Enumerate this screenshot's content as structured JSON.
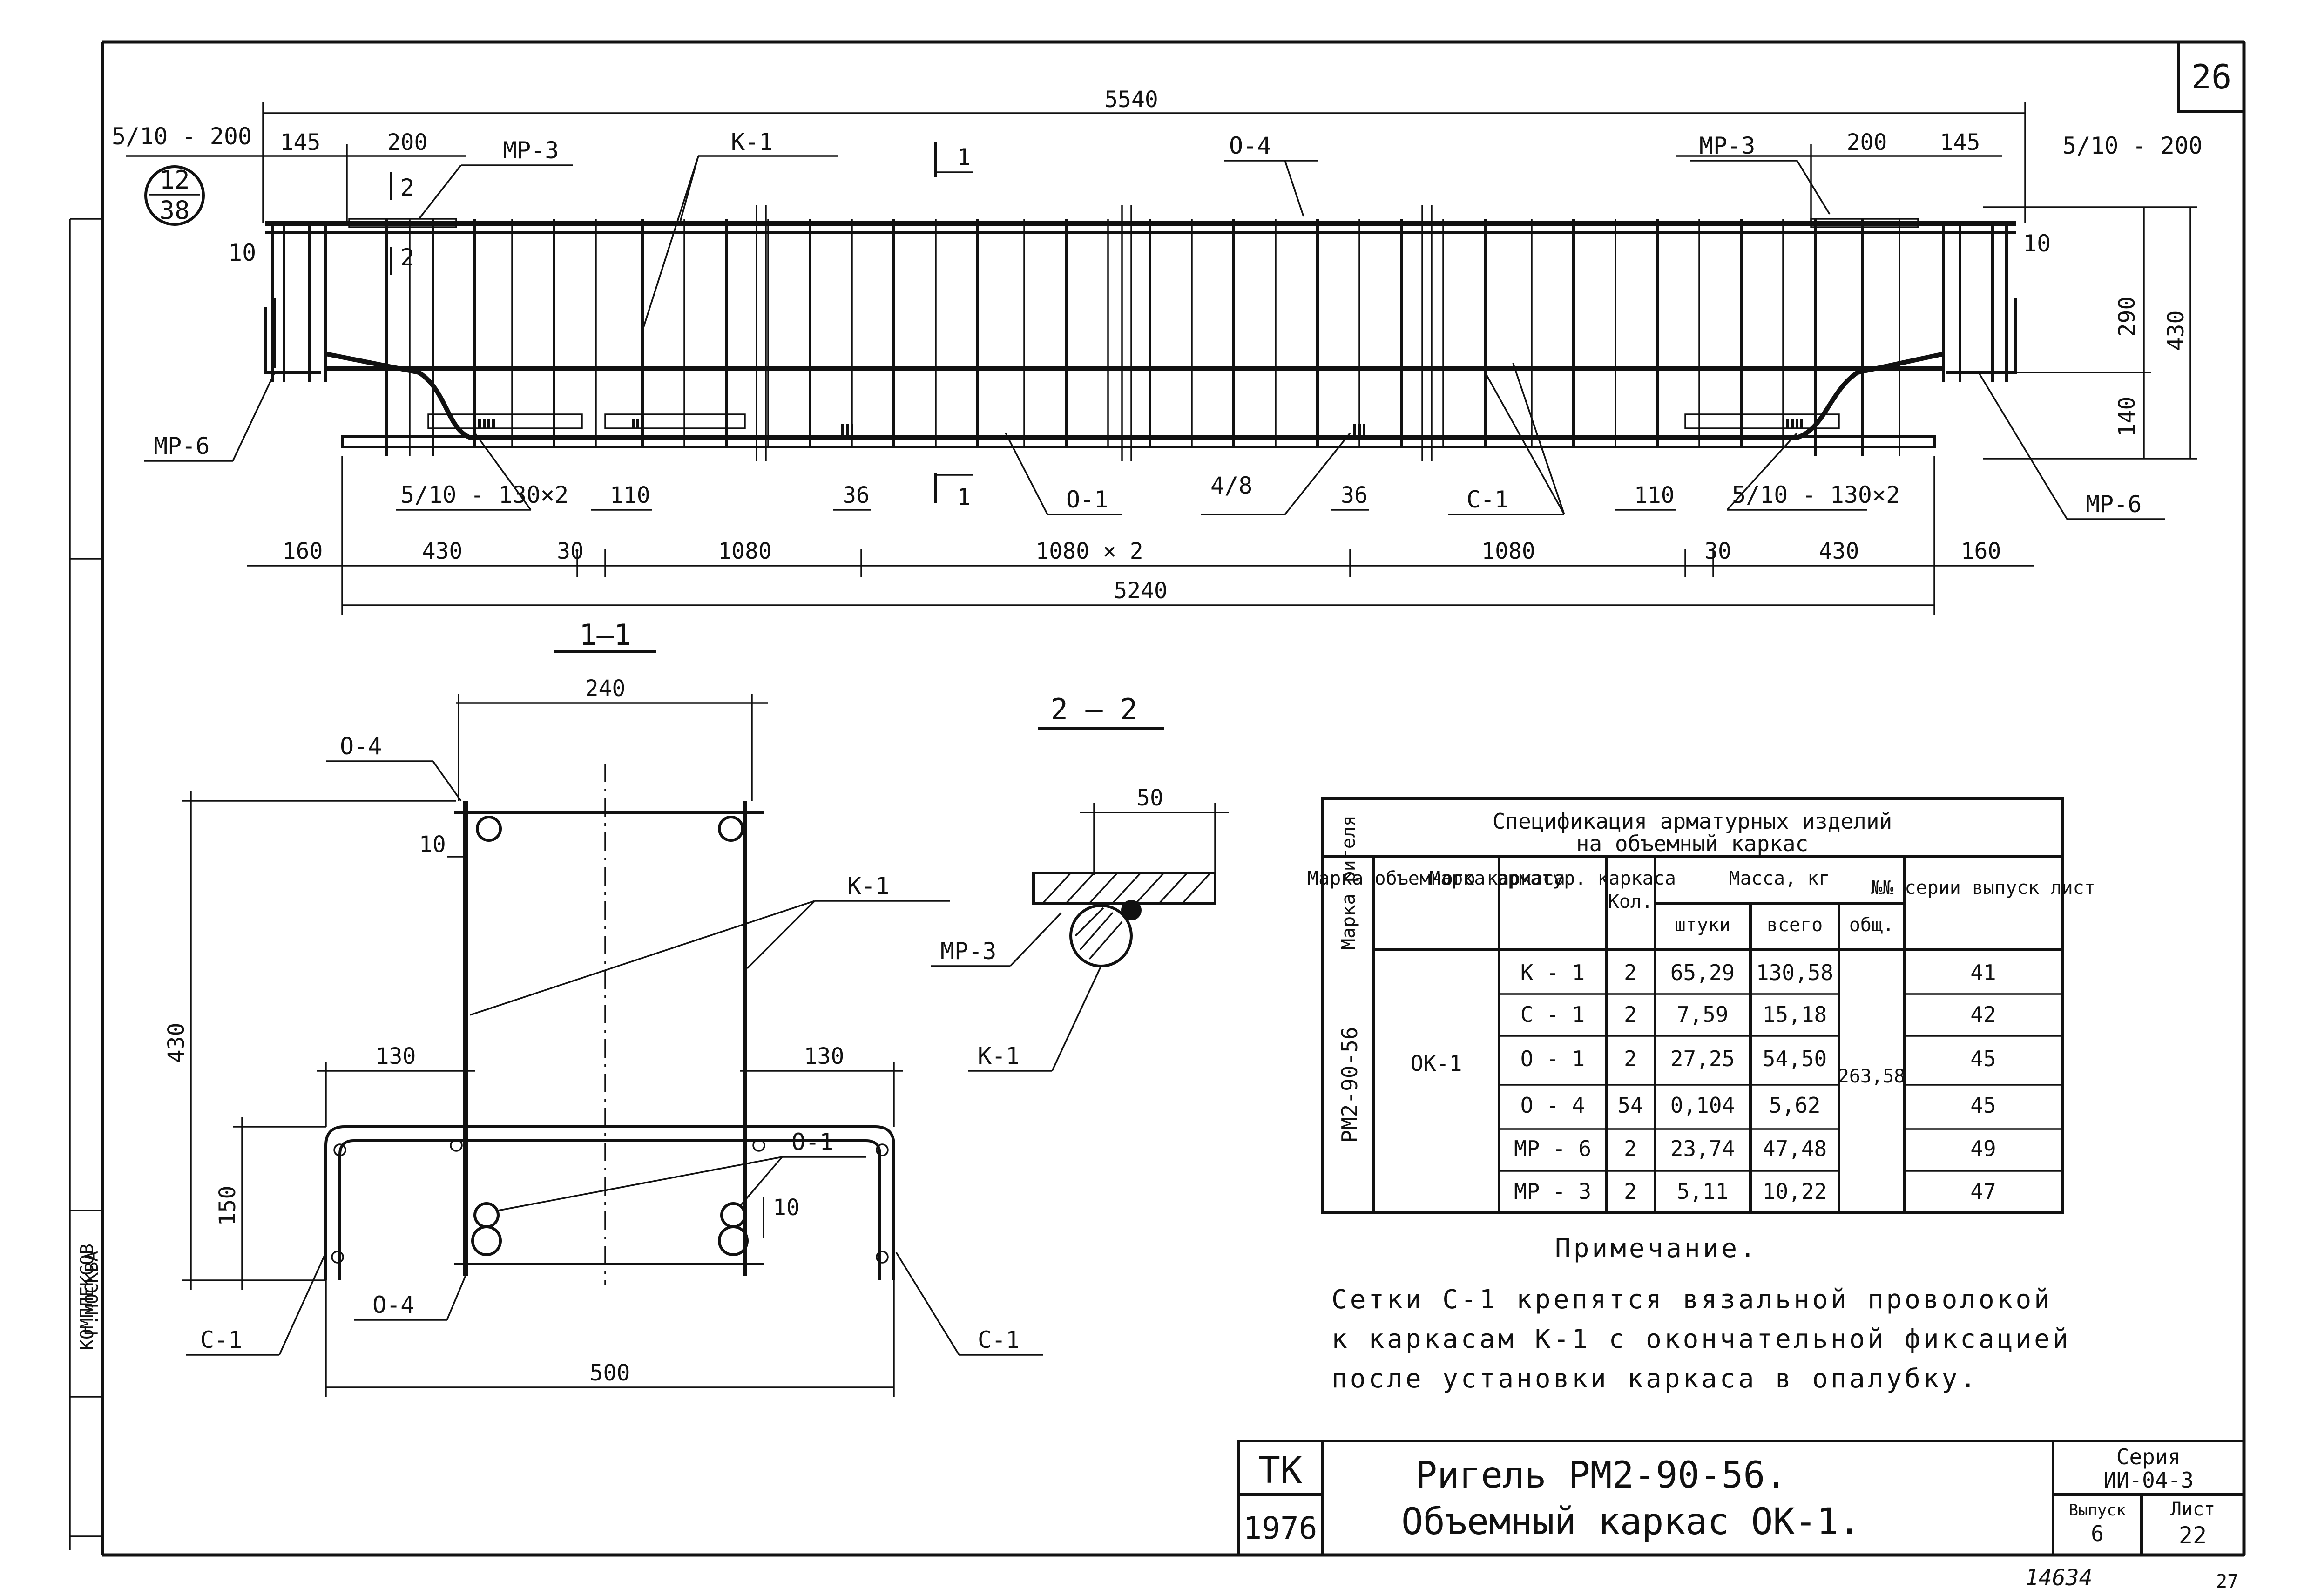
{
  "sheet": {
    "page_number": "26",
    "bottom_number": "14634",
    "bottom_number_right": "27",
    "side_text": [
      "КОМПЛЕКСОВ",
      "Г.МОСКВА"
    ]
  },
  "elevation": {
    "dims_top": {
      "overall": "5540",
      "left_145": "145",
      "left_200": "200",
      "right_200": "200",
      "right_145": "145",
      "left_ratio": "5/10 - 200",
      "right_ratio": "5/10 - 200"
    },
    "labels": {
      "mr3_left": "МР-3",
      "k1": "К-1",
      "cut11": "1",
      "o4": "О-4",
      "mr3_right": "МР-3",
      "cut22_top": "2",
      "cut22_bottom": "2",
      "mr6_left": "МР-6",
      "mr6_right": "МР-6",
      "o1": "О-1",
      "c1": "С-1",
      "frac_4_8": "4/8",
      "bars_left": "5/10 - 130×2",
      "bars_right": "5/10 - 130×2",
      "d110_left": "110",
      "d110_right": "110",
      "d36_left": "36",
      "d36_right": "36",
      "d10_left": "10",
      "d10_right": "10",
      "cut11_bottom": "1"
    },
    "sheet_ref": {
      "top": "12",
      "bottom": "38"
    },
    "dims_right": {
      "d290": "290",
      "d140": "140",
      "d430": "430"
    },
    "dims_bottom": {
      "d160a": "160",
      "d430a": "430",
      "d30a": "30",
      "d1080a": "1080",
      "d1080x2": "1080 × 2",
      "d1080b": "1080",
      "d30b": "30",
      "d430b": "430",
      "d160b": "160",
      "overall": "5240"
    }
  },
  "section11": {
    "title": "1—1",
    "dims": {
      "top": "240",
      "height": "430",
      "left130": "130",
      "right130": "130",
      "d150": "150",
      "d10a": "10",
      "d10b": "10",
      "bottom": "500"
    },
    "labels": {
      "o4_top": "О-4",
      "k1": "К-1",
      "o1": "О-1",
      "o4_bottom": "О-4",
      "c1_left": "С-1",
      "c1_right": "С-1"
    }
  },
  "section22": {
    "title": "2 — 2",
    "dim": "50",
    "labels": {
      "mr3": "МР-3",
      "k1": "К-1"
    }
  },
  "spec": {
    "title_line1": "Спецификация арматурных изделий",
    "title_line2": "на объемный каркас",
    "headers": {
      "girder_mark": "Марка ригеля",
      "frame_mark": "Марка объемного каркаса",
      "rebar_mark": "Марка арматур. каркаса",
      "qty": "Кол.",
      "mass": "Масса, кг",
      "per_piece": "штуки",
      "total": "всего",
      "overall": "общ.",
      "series": "№№ серии выпуск лист"
    },
    "girder": "РМ2-90-56",
    "frame": "ОК-1",
    "overall_mass": "263,58",
    "rows": [
      {
        "mark": "К - 1",
        "qty": "2",
        "piece": "65,29",
        "total": "130,58",
        "sheet": "41"
      },
      {
        "mark": "С - 1",
        "qty": "2",
        "piece": "7,59",
        "total": "15,18",
        "sheet": "42"
      },
      {
        "mark": "О - 1",
        "qty": "2",
        "piece": "27,25",
        "total": "54,50",
        "sheet": "45"
      },
      {
        "mark": "О - 4",
        "qty": "54",
        "piece": "0,104",
        "total": "5,62",
        "sheet": "45"
      },
      {
        "mark": "МР - 6",
        "qty": "2",
        "piece": "23,74",
        "total": "47,48",
        "sheet": "49"
      },
      {
        "mark": "МР - 3",
        "qty": "2",
        "piece": "5,11",
        "total": "10,22",
        "sheet": "47"
      }
    ]
  },
  "note": {
    "heading": "Примечание.",
    "line1": "Сетки С-1 крепятся вязальной проволокой",
    "line2": "к каркасам К-1 с окончательной фиксацией",
    "line3": "после установки каркаса в опалубку."
  },
  "titleblock": {
    "tk": "ТК",
    "year": "1976",
    "name_line1": "Ригель   РМ2-90-56.",
    "name_line2": "Объемный  каркас   ОК-1.",
    "series_label": "Серия",
    "series_value": "ИИ-04-3",
    "issue_label": "Выпуск",
    "issue_value": "6",
    "sheet_label": "Лист",
    "sheet_value": "22"
  }
}
